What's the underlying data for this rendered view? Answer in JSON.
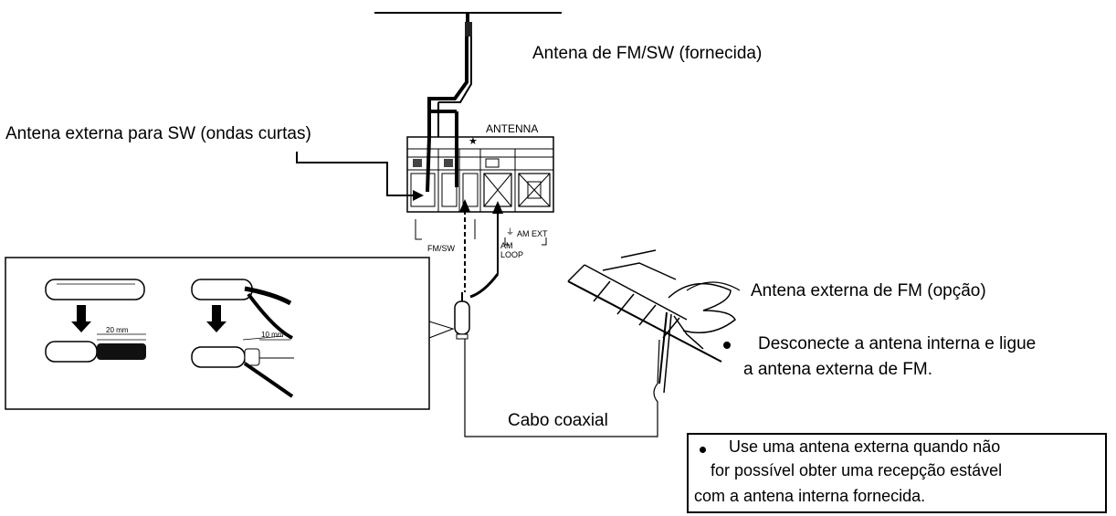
{
  "labels": {
    "fm_sw_antenna": "Antena de FM/SW (fornecida)",
    "external_sw": "Antena externa para SW (ondas curtas)",
    "external_fm": "Antena externa de FM (opção)",
    "disconnect_line1": "Desconecte a antena interna e ligue",
    "disconnect_line2": "a antena externa de FM.",
    "coax": "Cabo coaxial",
    "note_line1": "Use uma antena externa quando não",
    "note_line2": "for possível obter uma recepção estável",
    "note_line3": "com a antena interna fornecida."
  },
  "panel": {
    "title": "ANTENNA",
    "star": "★",
    "fm_sw": "FM/SW",
    "am_ext": "AM EXT",
    "am_loop": "AM LOOP",
    "gnd": "⏚"
  },
  "inset": {
    "dim_20": "20 mm",
    "dim_10": "10 mm"
  }
}
